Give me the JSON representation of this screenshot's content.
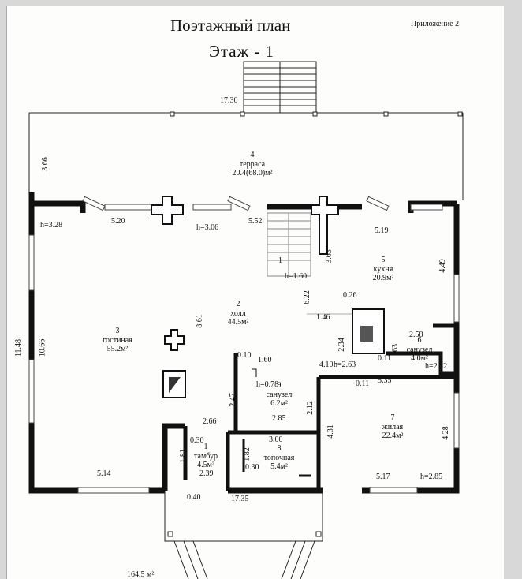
{
  "header": {
    "title": "Поэтажный план",
    "floor": "Этаж - 1",
    "appendix": "Приложение 2"
  },
  "rooms": [
    {
      "num": "4",
      "name": "терраса",
      "area": "20.4(68.0)м²"
    },
    {
      "num": "5",
      "name": "кухня",
      "area": "20.9м²"
    },
    {
      "num": "2",
      "name": "холл",
      "area": "44.5м²"
    },
    {
      "num": "3",
      "name": "гостиная",
      "area": "55.2м²"
    },
    {
      "num": "6",
      "name": "санузел",
      "area": "4.0м²"
    },
    {
      "num": "9",
      "name": "санузел",
      "area": "6.2м²"
    },
    {
      "num": "7",
      "name": "жилая",
      "area": "22.4м²"
    },
    {
      "num": "1",
      "name": "тамбур",
      "area": "4.5м²"
    },
    {
      "num": "8",
      "name": "топочная",
      "area": "5.4м²"
    }
  ],
  "dimensions": {
    "top_width": "17.30",
    "terrace_depth": "3.66",
    "seg_5_20": "5.20",
    "seg_5_52": "5.52",
    "seg_5_19": "5.19",
    "h_3_28": "h=3.28",
    "h_3_06": "h=3.06",
    "h_1_60": "h=1.60",
    "stair_1": "1",
    "stair_3_63": "3.63",
    "stair_6_22": "6.22",
    "kitchen_4_49": "4.49",
    "d_0_26": "0.26",
    "d_1_46": "1.46",
    "hall_8_61": "8.61",
    "total_11_48": "11.48",
    "living_10_66": "10.66",
    "d_2_34": "2.34",
    "d_2_58": "2.58",
    "d_63": "63",
    "d_0_11a": "0.11",
    "h_2_52": "h=2.52",
    "h_2_63": "h=2.63",
    "d_0_11b": "0.11",
    "d_5_35": "5.35",
    "d_0_10": "0.10",
    "d_1_60": "1.60",
    "d_4_10": "4.10",
    "h_0_78": "h=0.78",
    "d_2_47": "2.47",
    "d_2_12": "2.12",
    "d_2_85": "2.85",
    "d_2_66": "2.66",
    "d_4_31": "4.31",
    "d_4_28": "4.28",
    "d_3_00": "3.00",
    "d_0_30a": "0.30",
    "d_1_81": "1.81",
    "d_1_82": "1.82",
    "d_0_30b": "0.30",
    "d_2_39": "2.39",
    "d_5_14": "5.14",
    "d_5_17": "5.17",
    "h_2_85": "h=2.85",
    "d_0_40": "0.40",
    "bottom_17_35": "17.35",
    "total_area": "164.5 м²"
  }
}
